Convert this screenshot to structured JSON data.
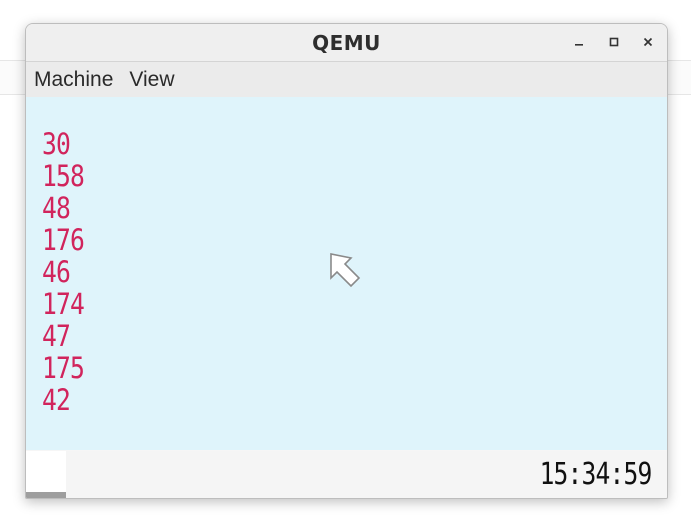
{
  "window": {
    "title": "QEMU",
    "controls": {
      "minimize_icon": "minimize-icon",
      "maximize_icon": "maximize-icon",
      "close_icon": "close-icon"
    }
  },
  "menubar": {
    "items": [
      {
        "label": "Machine"
      },
      {
        "label": "View"
      }
    ]
  },
  "screen": {
    "background_color": "#dff4fb",
    "text_color": "#d1245c",
    "lines": [
      "30",
      "158",
      "48",
      "176",
      "46",
      "174",
      "47",
      "175",
      "42"
    ]
  },
  "statusbar": {
    "clock": "15:34:59"
  }
}
